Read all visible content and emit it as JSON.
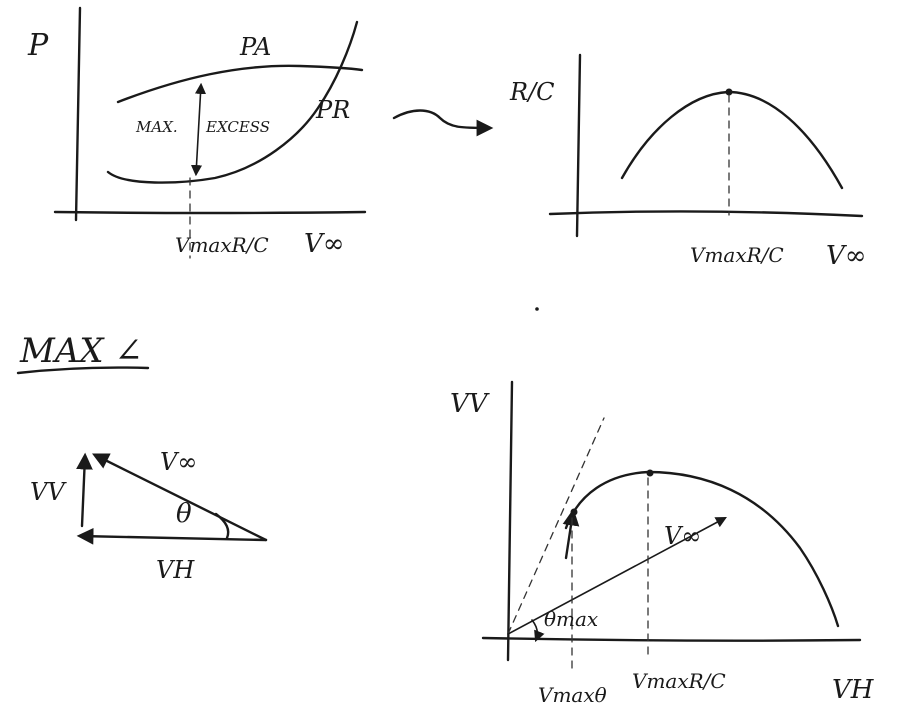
{
  "panel_power": {
    "y_label": "P",
    "curve_available": "PA",
    "curve_required": "PR",
    "excess_label_1": "MAX.",
    "excess_label_2": "EXCESS",
    "x_marker": "VmaxR/C",
    "x_label": "V∞"
  },
  "panel_rc": {
    "y_label": "R/C",
    "x_marker": "VmaxR/C",
    "x_label": "V∞"
  },
  "section_heading": "MAX ∠",
  "panel_triangle": {
    "vertical_label": "VV",
    "hypotenuse_label": "V∞",
    "angle_label": "θ",
    "horizontal_label": "VH"
  },
  "panel_hodograph": {
    "y_label": "VV",
    "vector_label": "V∞",
    "angle_label": "θmax",
    "x_marker_theta": "Vmaxθ",
    "x_marker_rc": "VmaxR/C",
    "x_label": "VH"
  }
}
